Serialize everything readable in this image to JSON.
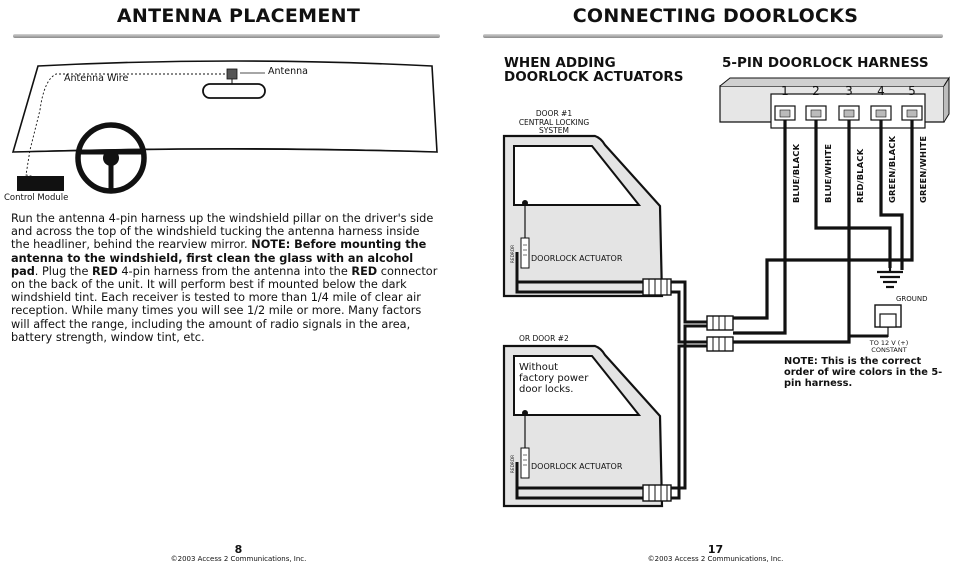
{
  "left_page": {
    "title": "ANTENNA PLACEMENT",
    "diagram": {
      "antenna_wire_label": "Antenna Wire",
      "antenna_label": "Antenna",
      "control_module_label": "Control Module"
    },
    "paragraph": {
      "p1": "Run the antenna 4-pin harness up the windshield pillar on the driver's side and across the top of the windshield tucking the antenna harness inside the headliner, behind the rearview mirror. ",
      "p2": "NOTE: Before mounting the antenna to the windshield, first clean the glass with an alcohol pad",
      "p3": ". Plug the ",
      "p4": "RED",
      "p5": " 4-pin harness from the antenna into the ",
      "p6": "RED",
      "p7": " connector on the back of the unit. It will perform best if mounted below the dark windshield tint. Each receiver is tested to more than 1/4 mile of clear air reception. While many times you will see 1/2 mile or more. Many factors will affect the range, including the amount of radio signals in the area, battery strength, window tint, etc."
    },
    "page_number": "8",
    "copyright": "©2003 Access 2 Communications, Inc."
  },
  "right_page": {
    "title": "CONNECTING DOORLOCKS",
    "heading_left_1": "WHEN ADDING",
    "heading_left_2": "DOORLOCK ACTUATORS",
    "heading_right": "5-PIN DOORLOCK HARNESS",
    "pins": [
      "1",
      "2",
      "3",
      "4",
      "5"
    ],
    "wires": [
      "BLUE/BLACK",
      "BLUE/WHITE",
      "RED/BLACK",
      "GREEN/BLACK",
      "GREEN/WHITE"
    ],
    "door1_label_1": "DOOR #1",
    "door1_label_2": "CENTRAL LOCKING",
    "door1_label_3": "SYSTEM",
    "door2_label": "OR DOOR #2",
    "door2_text_1": "Without",
    "door2_text_2": "factory power",
    "door2_text_3": "door locks.",
    "actuator_label": "DOORLOCK ACTUATOR",
    "actuator_side_label": "REDRDR",
    "ground_label": "GROUND",
    "constant_label_1": "TO 12 V (+)",
    "constant_label_2": "CONSTANT",
    "note": "NOTE: This is the correct order of wire colors in the 5-pin harness.",
    "page_number": "17",
    "copyright": "©2003 Access 2 Communications, Inc."
  }
}
